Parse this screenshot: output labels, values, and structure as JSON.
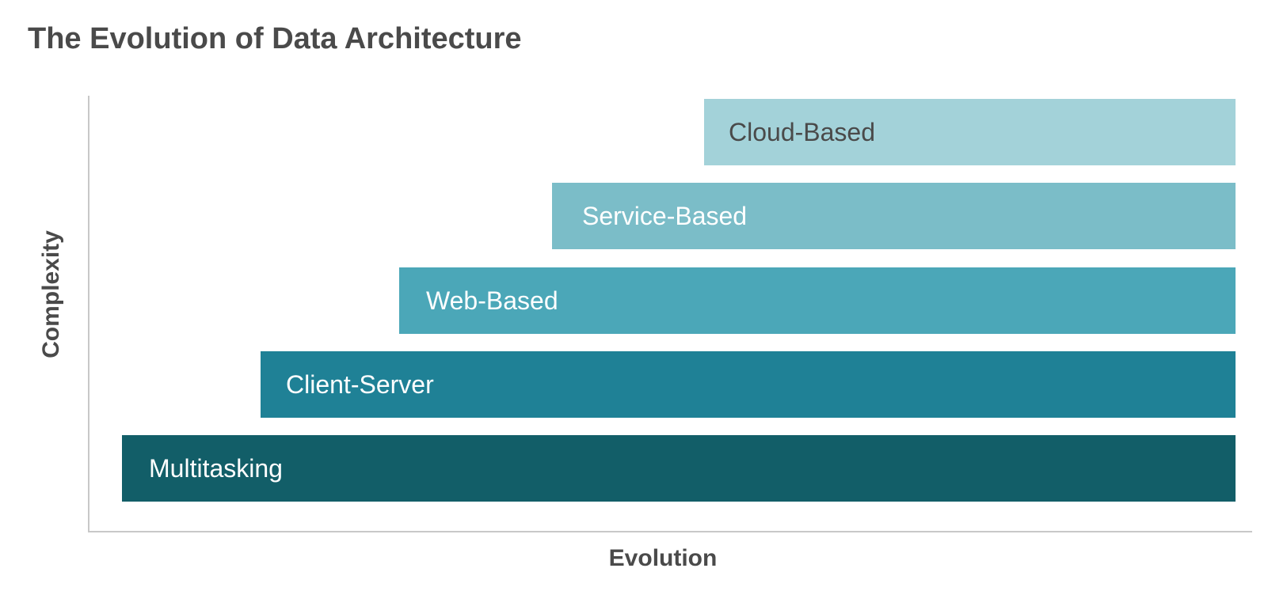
{
  "title": "The Evolution of Data Architecture",
  "axes": {
    "x_label": "Evolution",
    "y_label": "Complexity"
  },
  "stages": [
    {
      "label": "Multitasking",
      "color": "#125e68",
      "text_color": "#ffffff"
    },
    {
      "label": "Client-Server",
      "color": "#1f8196",
      "text_color": "#ffffff"
    },
    {
      "label": "Web-Based",
      "color": "#4ba7b8",
      "text_color": "#ffffff"
    },
    {
      "label": "Service-Based",
      "color": "#7bbdc8",
      "text_color": "#ffffff"
    },
    {
      "label": "Cloud-Based",
      "color": "#a3d2d9",
      "text_color": "#4a4a4a"
    }
  ]
}
